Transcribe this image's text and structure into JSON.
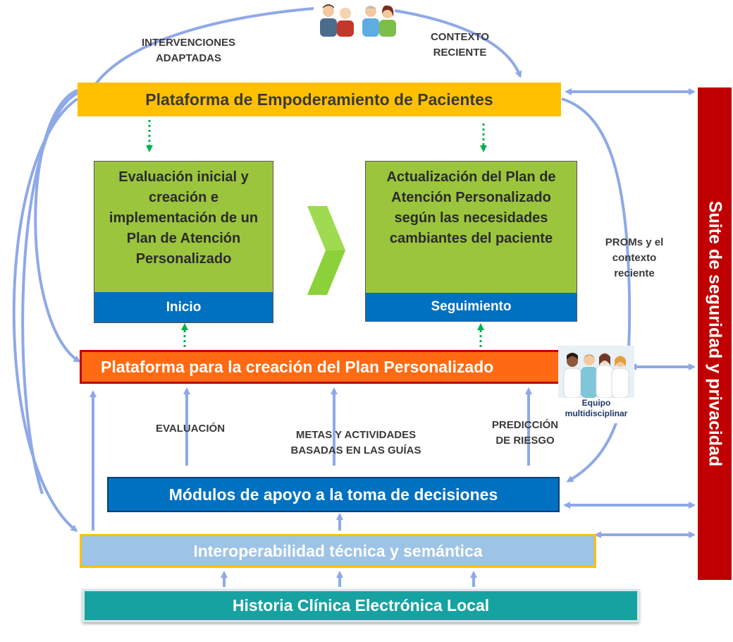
{
  "patient_platform": "Plataforma de Empoderamiento de Pacientes",
  "plan_platform": "Plataforma para la creación del Plan Personalizado",
  "decision_modules": "Módulos de apoyo a la toma de decisiones",
  "interoperability": "Interoperabilidad técnica y semántica",
  "ehr": "Historia Clínica Electrónica Local",
  "security_suite": "Suite de seguridad y privacidad",
  "initial_box": {
    "text": "Evaluación inicial y creación e implementación de un Plan de Atención Personalizado",
    "footer": "Inicio"
  },
  "update_box": {
    "text": "Actualización  del Plan de Atención Personalizado según las necesidades cambiantes del paciente",
    "footer": "Seguimiento"
  },
  "labels": {
    "interventions": "INTERVENCIONES\nADAPTADAS",
    "context": "CONTEXTO\nRECIENTE",
    "proms": "PROMs y el\ncontexto\nreciente",
    "evaluation": "EVALUACIÓN",
    "goals": "METAS Y ACTIVIDADES\nBASADAS EN LAS GUÍAS",
    "risk": "PREDICCIÓN\nDE RIESGO",
    "team": "Equipo\nmultidisciplinar"
  },
  "icons": [
    "patients-family-icon",
    "medical-team-icon",
    "chevron-right-icon"
  ],
  "colors": {
    "patient_platform": "#FFC000",
    "plan_platform": "#FF6A13",
    "decision_modules": "#0070C0",
    "interoperability": "#9DC3E6",
    "ehr": "#17A2A2",
    "security": "#C00000",
    "green_box": "#9BC53D",
    "connector": "#8EA9E8",
    "dotted_arrow": "#00B050"
  }
}
